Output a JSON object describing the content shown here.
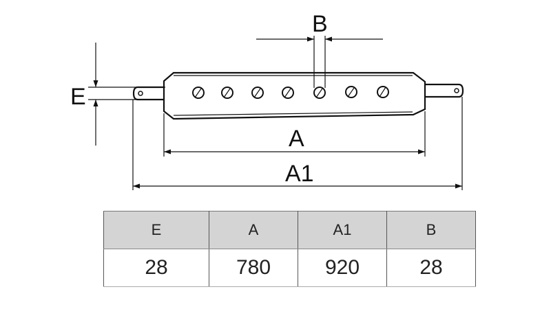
{
  "drawing": {
    "labels": {
      "E": "E",
      "B": "B",
      "A": "A",
      "A1": "A1"
    }
  },
  "table": {
    "headers": [
      "E",
      "A",
      "A1",
      "B"
    ],
    "values": [
      "28",
      "780",
      "920",
      "28"
    ]
  }
}
